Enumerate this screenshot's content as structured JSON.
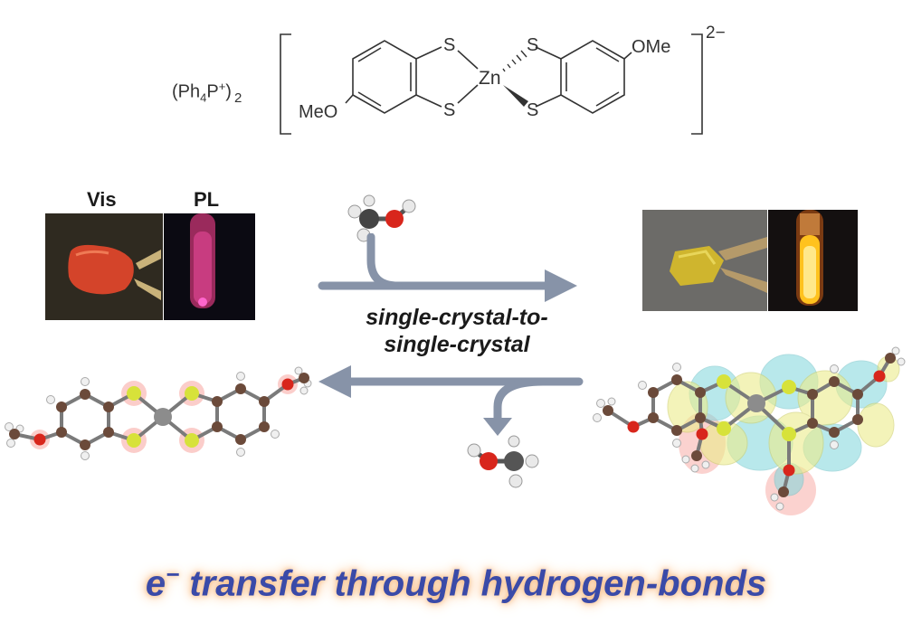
{
  "formula": {
    "counterion_main": "(Ph",
    "counterion_sub": "4",
    "counterion_p": "P",
    "counterion_sup": "+",
    "counterion_close": ")",
    "counterion_count": "2",
    "charge": "2−",
    "metal": "Zn",
    "sulfur": "S",
    "methoxy_left": "MeO",
    "methoxy_right": "OMe"
  },
  "photos": {
    "vis_label": "Vis",
    "pl_label": "PL"
  },
  "process": {
    "line1": "single-crystal-to-",
    "line2": "single-crystal"
  },
  "footer": {
    "electron": "e",
    "electron_sup": "−",
    "text": " transfer through hydrogen-bonds"
  },
  "colors": {
    "arrow": "#8793a8",
    "carbon": "#6b4a3a",
    "hydrogen": "#f0f0f0",
    "oxygen": "#d8261c",
    "sulfur": "#d7e23a",
    "zinc": "#8c8c8c",
    "glow": "#f8a6a0",
    "title": "#3a4aa8"
  }
}
